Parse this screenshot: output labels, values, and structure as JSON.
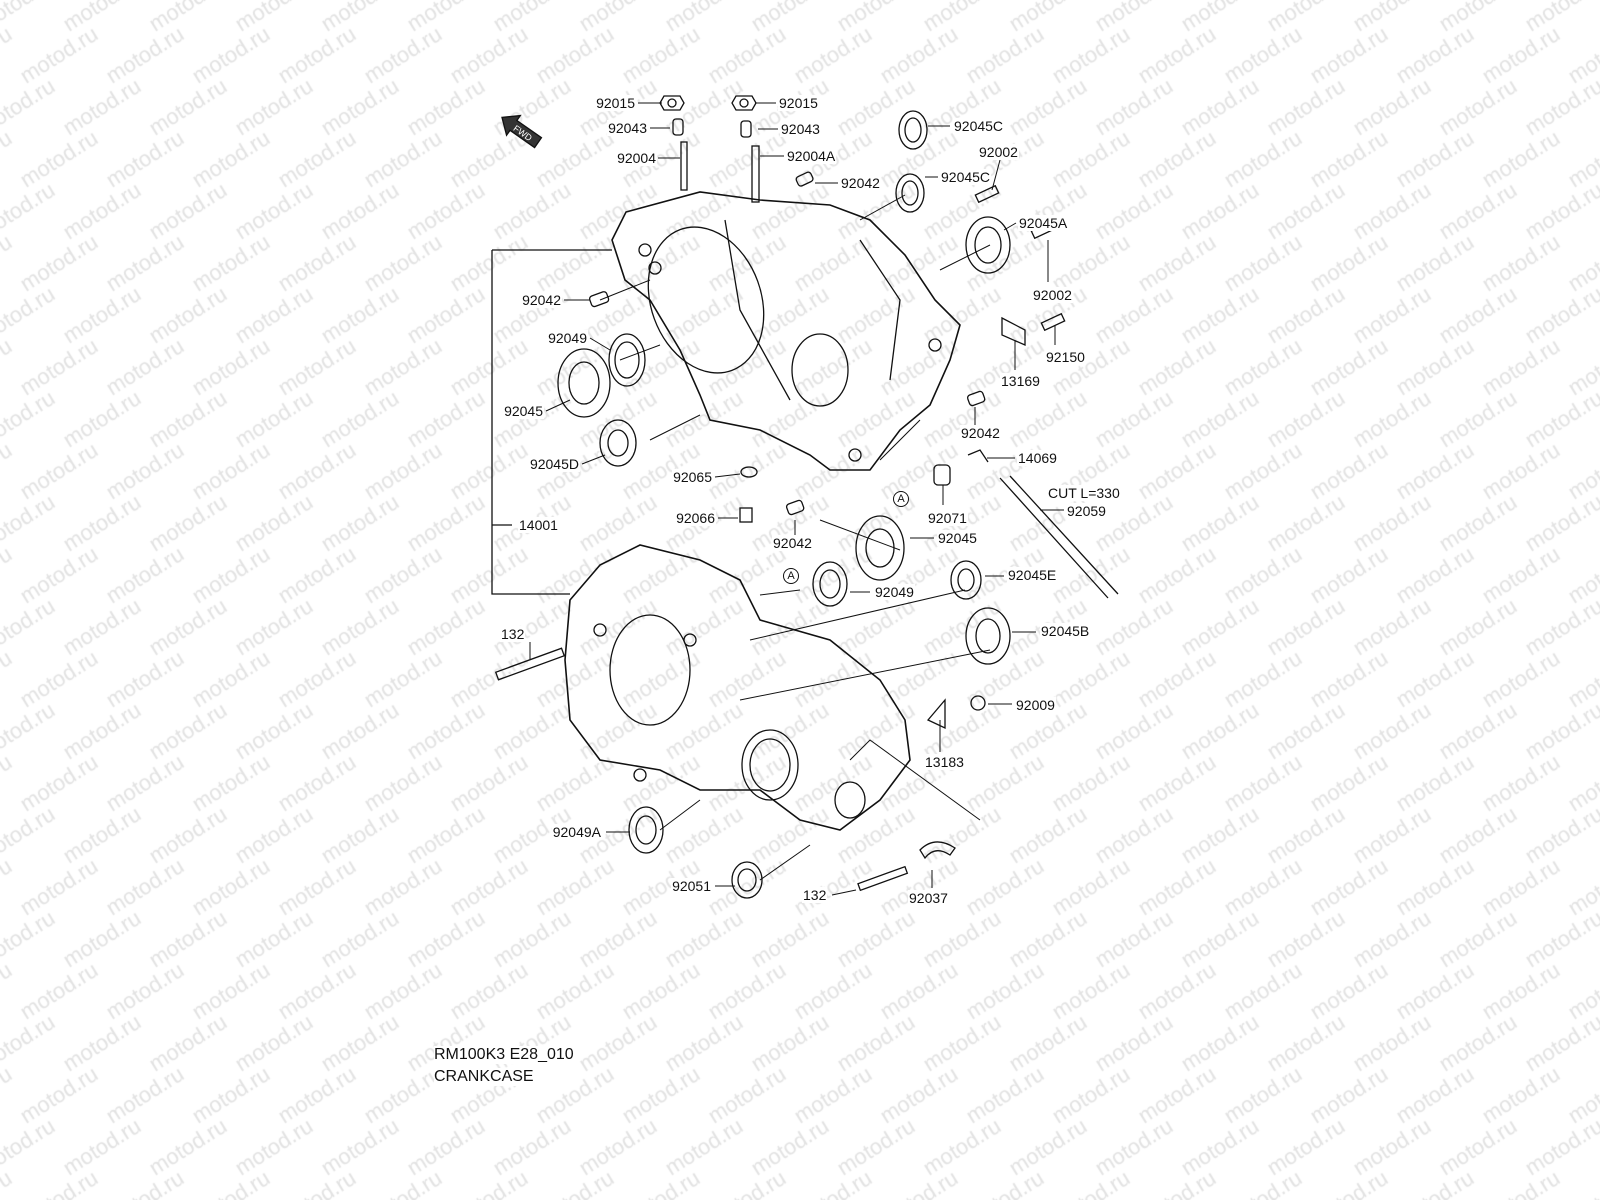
{
  "watermark": "motod.ru",
  "fwd_label": "FWD",
  "callouts": [
    "92015",
    "92015",
    "92043",
    "92043",
    "92004",
    "92004A",
    "92042",
    "92045C",
    "92002",
    "92045C",
    "92045A",
    "92002",
    "92150",
    "13169",
    "92042",
    "92049",
    "92045",
    "92045D",
    "92042",
    "14069",
    "92065",
    "92071",
    "CUT L=330",
    "92059",
    "92066",
    "92042",
    "14001",
    "92045",
    "92049",
    "92045E",
    "132",
    "92045B",
    "92009",
    "13183",
    "92049A",
    "92051",
    "132",
    "92037"
  ],
  "reference_marks": [
    "A",
    "A"
  ],
  "footer": {
    "code": "RM100K3 E28_010",
    "title": "CRANKCASE"
  }
}
